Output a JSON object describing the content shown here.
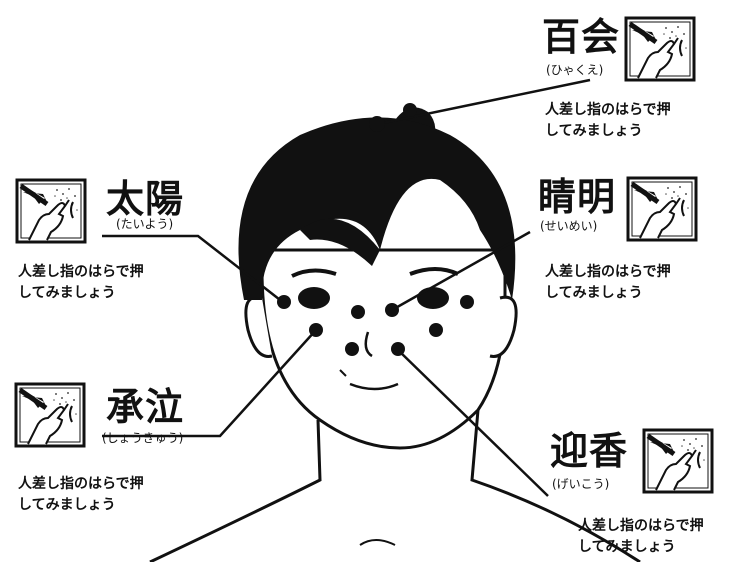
{
  "points": [
    {
      "id": "hyakue",
      "name": "百会",
      "reading": "(ひゃくえ)",
      "instruction": [
        "人差し指のはらで押",
        "してみましょう"
      ]
    },
    {
      "id": "taiyou",
      "name": "太陽",
      "reading": "(たいよう)",
      "instruction": [
        "人差し指のはらで押",
        "してみましょう"
      ]
    },
    {
      "id": "seimei",
      "name": "睛明",
      "reading": "(せいめい)",
      "instruction": [
        "人差し指のはらで押",
        "してみましょう"
      ]
    },
    {
      "id": "shoukyuu",
      "name": "承泣",
      "reading": "(しょうきゅう)",
      "instruction": [
        "人差し指のはらで押",
        "してみましょう"
      ]
    },
    {
      "id": "geikou",
      "name": "迎香",
      "reading": "(げいこう)",
      "instruction": [
        "人差し指のはらで押",
        "してみましょう"
      ]
    }
  ]
}
